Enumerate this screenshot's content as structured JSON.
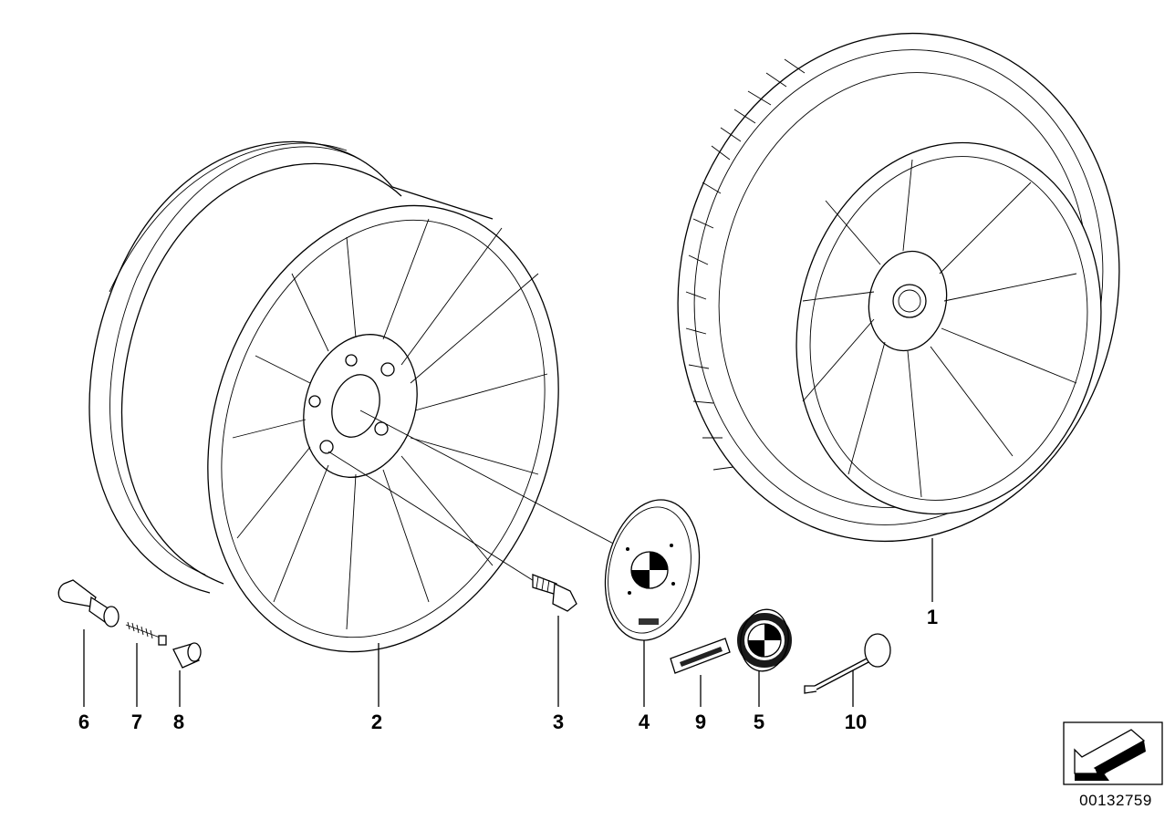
{
  "diagram": {
    "callouts": [
      {
        "id": "1",
        "label": "1"
      },
      {
        "id": "2",
        "label": "2"
      },
      {
        "id": "3",
        "label": "3"
      },
      {
        "id": "4",
        "label": "4"
      },
      {
        "id": "5",
        "label": "5"
      },
      {
        "id": "6",
        "label": "6"
      },
      {
        "id": "7",
        "label": "7"
      },
      {
        "id": "8",
        "label": "8"
      },
      {
        "id": "9",
        "label": "9"
      },
      {
        "id": "10",
        "label": "10"
      }
    ],
    "reference_number": "00132759"
  },
  "icons": {
    "direction": "arrow-icon"
  }
}
